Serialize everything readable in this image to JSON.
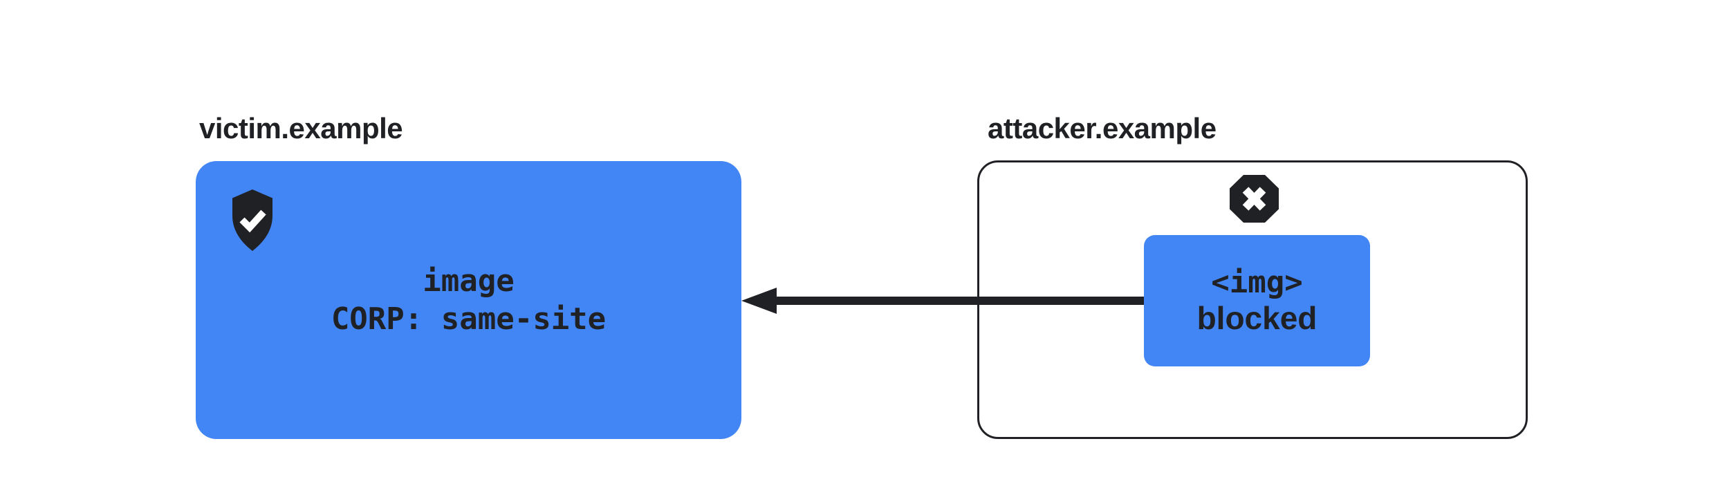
{
  "diagram": {
    "description": "CORP same-site blocking diagram: cross-origin image request from attacker.example to victim.example is blocked",
    "colors": {
      "accent_blue": "#4285F4",
      "ink": "#202124",
      "background": "#ffffff"
    },
    "victim": {
      "title": "victim.example",
      "icon": "shield-check",
      "resource": {
        "lines": [
          "image",
          "CORP: same-site"
        ]
      }
    },
    "attacker": {
      "title": "attacker.example",
      "icon": "blocked-x-octagon",
      "request": {
        "lines": [
          "<img>",
          "blocked"
        ]
      }
    },
    "arrow": {
      "direction": "right-to-left",
      "from": "attacker.example request",
      "to": "victim.example resource"
    }
  }
}
